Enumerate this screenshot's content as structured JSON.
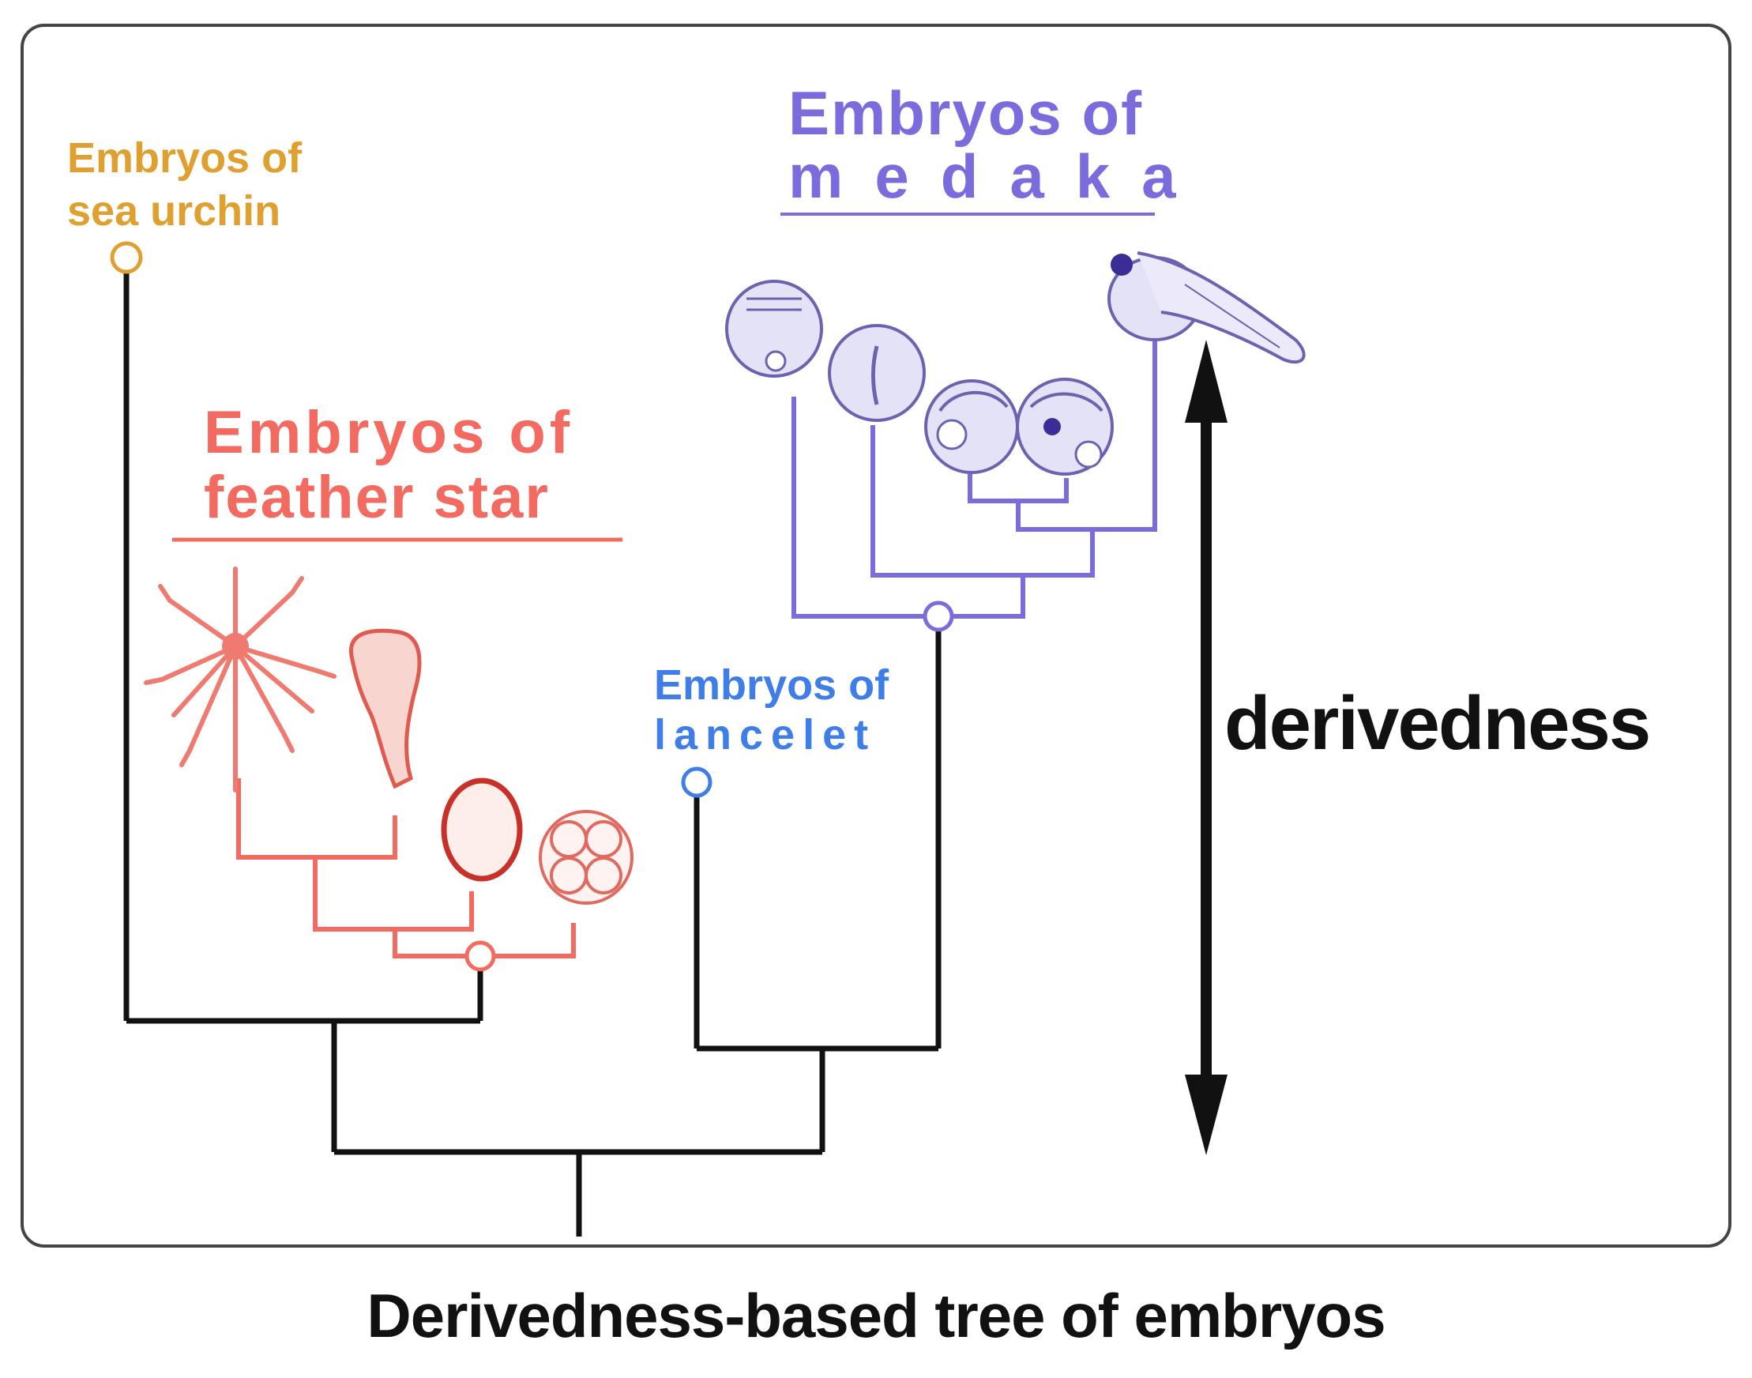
{
  "caption": "Derivedness-based tree of embryos",
  "axis": {
    "label": "derivedness"
  },
  "groups": {
    "sea_urchin": {
      "line1": "Embryos of",
      "line2": "sea urchin",
      "color": "#e0a030"
    },
    "feather_star": {
      "line1": "Embryos of",
      "line2": "feather star",
      "color": "#f26a60"
    },
    "lancelet": {
      "line1": "Embryos of",
      "line2": "lancelet",
      "color": "#3f7ee8"
    },
    "medaka": {
      "line1": "Embryos of",
      "line2": "medaka",
      "color": "#7b6cde"
    }
  },
  "colors": {
    "tree": "#111111",
    "frame": "#444444",
    "embryo_fill_medaka": "#e4e2f6"
  }
}
